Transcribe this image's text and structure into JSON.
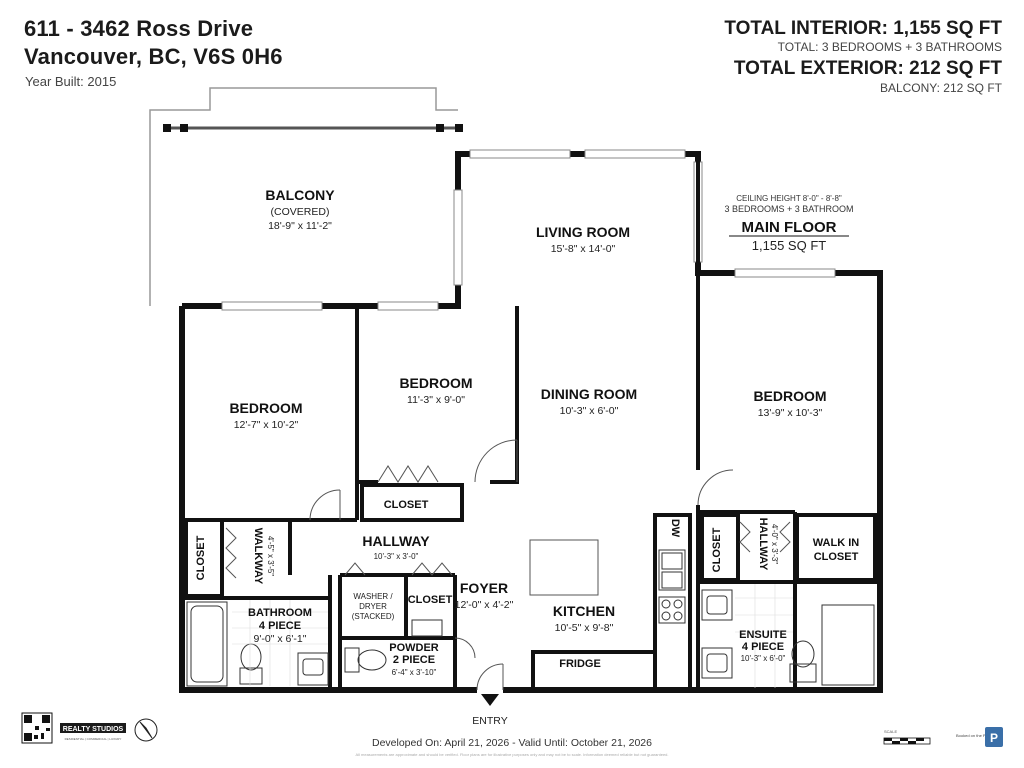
{
  "header": {
    "address_line1": "611 - 3462 Ross Drive",
    "address_line2": "Vancouver, BC, V6S 0H6",
    "year_built": "Year Built: 2015",
    "total_interior": "TOTAL INTERIOR: 1,155 SQ FT",
    "total_rooms": "TOTAL: 3 BEDROOMS  + 3 BATHROOMS",
    "total_exterior": "TOTAL EXTERIOR: 212 SQ FT",
    "balcony_area": "BALCONY: 212 SQ FT"
  },
  "floor_info": {
    "ceiling": "CEILING HEIGHT 8'-0\" - 8'-8\"",
    "rooms": "3 BEDROOMS + 3 BATHROOM",
    "title": "MAIN FLOOR",
    "area": "1,155 SQ FT"
  },
  "rooms": {
    "balcony": {
      "name": "BALCONY",
      "note": "(COVERED)",
      "dims": "18'-9\" x 11'-2\""
    },
    "living": {
      "name": "LIVING ROOM",
      "dims": "15'-8\" x 14'-0\""
    },
    "dining": {
      "name": "DINING ROOM",
      "dims": "10'-3\" x 6'-0\""
    },
    "bedroom_left": {
      "name": "BEDROOM",
      "dims": "12'-7\" x 10'-2\""
    },
    "bedroom_mid": {
      "name": "BEDROOM",
      "dims": "11'-3\" x 9'-0\""
    },
    "bedroom_right": {
      "name": "BEDROOM",
      "dims": "13'-9\" x 10'-3\""
    },
    "closet_mid": "CLOSET",
    "closet_left": "CLOSET",
    "walkway": {
      "name": "WALKWAY",
      "dims": "4'-5\" x 3'-5\""
    },
    "hallway": {
      "name": "HALLWAY",
      "dims": "10'-3\" x 3'-0\""
    },
    "bathroom": {
      "name": "BATHROOM",
      "type": "4 PIECE",
      "dims": "9'-0\" x 6'-1\""
    },
    "washer": {
      "line1": "WASHER /",
      "line2": "DRYER",
      "line3": "(STACKED)"
    },
    "closet_laundry": "CLOSET",
    "powder": {
      "name": "POWDER",
      "type": "2 PIECE",
      "dims": "6'-4\" x 3'-10\""
    },
    "foyer": {
      "name": "FOYER",
      "dims": "12'-0\" x 4'-2\""
    },
    "kitchen": {
      "name": "KITCHEN",
      "dims": "10'-5\" x 9'-8\""
    },
    "fridge": "FRIDGE",
    "dw": "DW",
    "closet_right": "CLOSET",
    "hallway_right": {
      "name": "HALLWAY",
      "dims": "4'-0\" x 3'-3\""
    },
    "walkin": {
      "line1": "WALK IN",
      "line2": "CLOSET"
    },
    "ensuite": {
      "name": "ENSUITE",
      "type": "4 PIECE",
      "dims": "10'-3\" x 6'-0\""
    },
    "entry": "ENTRY"
  },
  "footer": {
    "dates": "Developed On: April 21, 2026 - Valid Until: October 21, 2026",
    "logo_text": "REALTY STUDIOS",
    "logo_sub": "RESIDENTIAL | COMMERCIAL | LUXURY",
    "scale_label": "SCALE",
    "pixlink": "Booked on the Pixlink App",
    "disclaimer": "All measurements are approximate and should be verified. Floor plans are for illustrative purposes only and may not be to scale. Information deemed reliable but not guaranteed."
  }
}
